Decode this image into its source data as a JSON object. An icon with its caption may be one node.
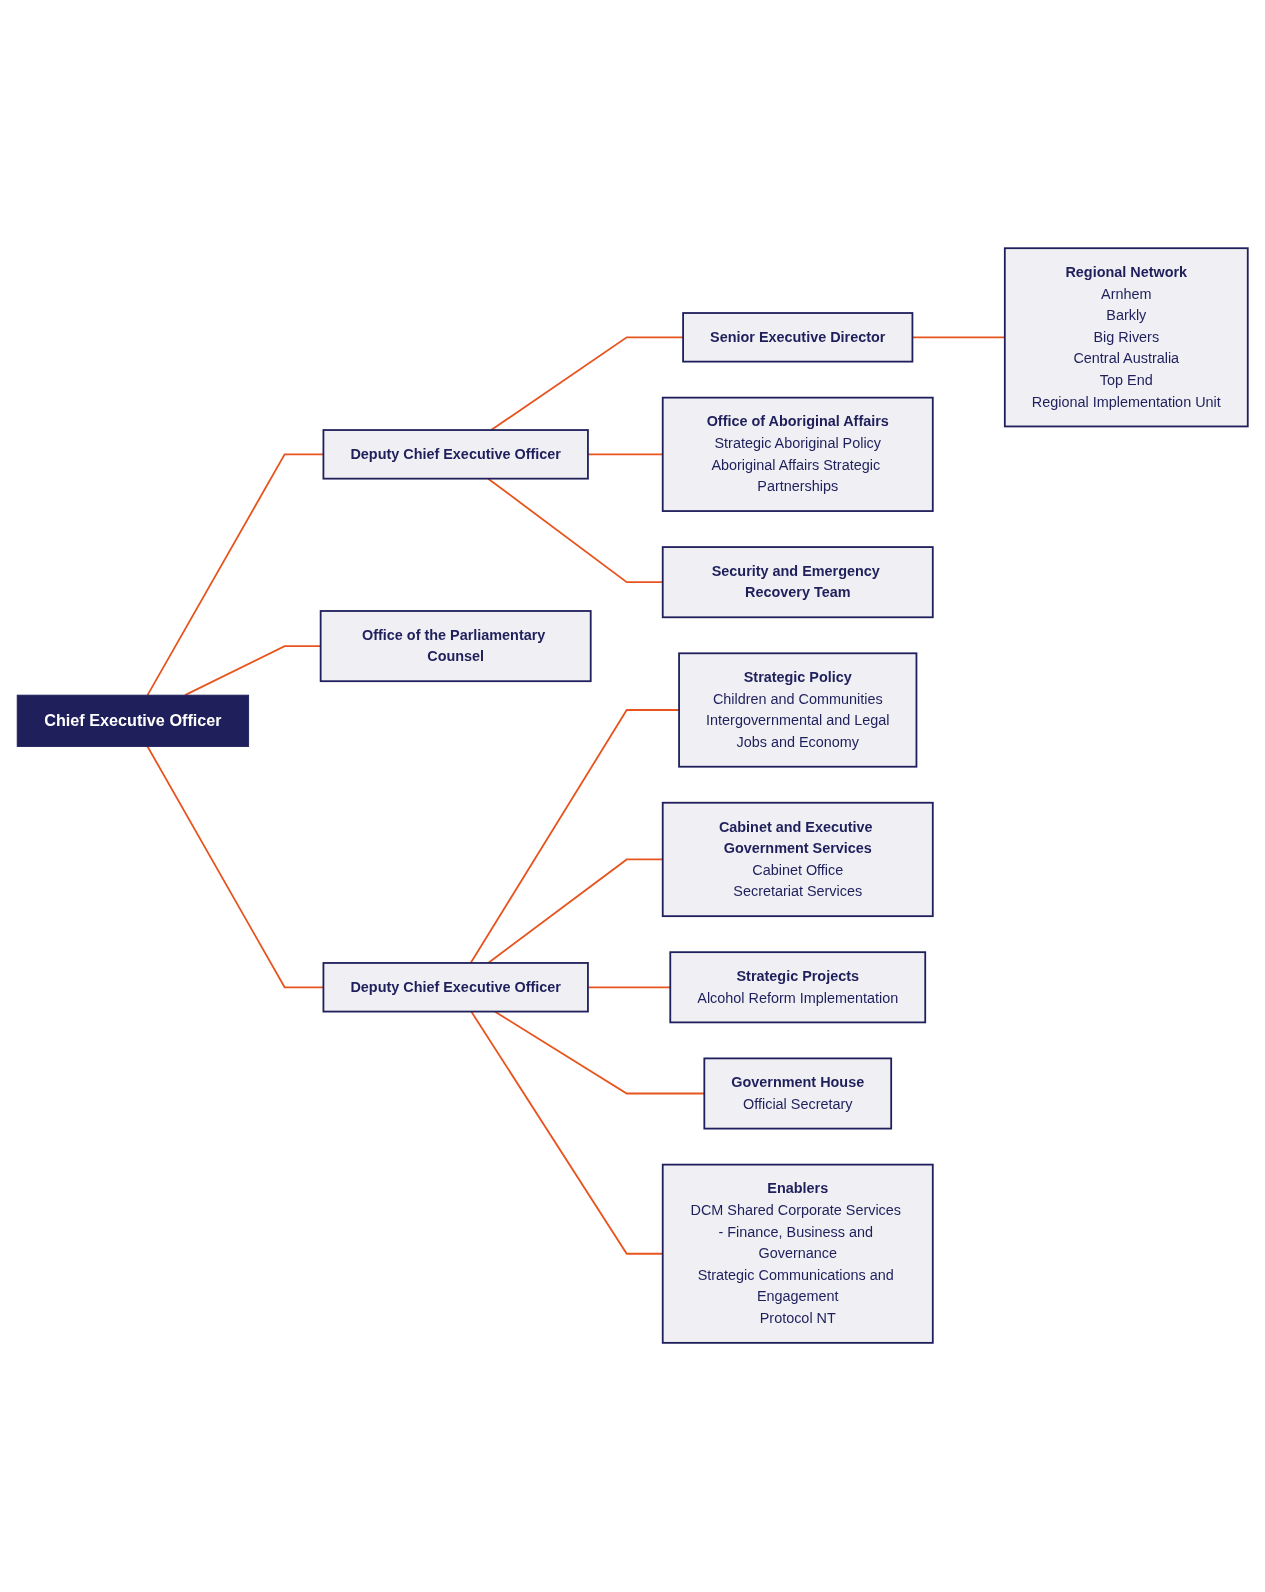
{
  "diagram": {
    "nodes": [
      {
        "text": [
          "Chief Executive Officer"
        ]
      },
      {
        "text": [
          "Office of the Parliamentary Counsel"
        ]
      },
      {
        "text": [
          "Deputy Chief Executive Officer"
        ]
      },
      {
        "text": [
          "Deputy Chief Executive Officer"
        ]
      },
      {
        "text": [
          "Senior Executive Director"
        ]
      },
      {
        "text": [
          "Regional Network",
          "Arnhem",
          "Barkly",
          "Big Rivers",
          "Central Australia",
          "Top End",
          "Regional Implementation Unit"
        ]
      },
      {
        "text": [
          "Office of Aboriginal Affairs",
          "Strategic Aboriginal Policy",
          "Aboriginal Affairs Strategic Partnerships"
        ]
      },
      {
        "text": [
          "Security and Emergency Recovery Team"
        ]
      },
      {
        "text": [
          "Strategic Policy",
          "Children and Communities",
          "Intergovernmental and Legal",
          "Jobs and Economy"
        ]
      },
      {
        "text": [
          "Cabinet and Executive Government Services",
          "Cabinet Office",
          "Secretariat Services"
        ]
      },
      {
        "text": [
          "Strategic Projects",
          "Alcohol Reform Implementation"
        ]
      },
      {
        "text": [
          "Government House",
          "Official Secretary"
        ]
      },
      {
        "text": [
          "Enablers",
          "DCM Shared Corporate Services - Finance, Business and Governance",
          "Strategic Communications and Engagement",
          "Protocol NT"
        ]
      }
    ],
    "edges": [
      {
        "from": 0,
        "to": 1,
        "arrow": "none"
      },
      {
        "from": 0,
        "to": 2,
        "arrow": "none"
      },
      {
        "from": 0,
        "to": 3,
        "arrow": "none"
      },
      {
        "from": 2,
        "to": 4,
        "arrow": "none"
      },
      {
        "from": 4,
        "to": 5,
        "arrow": "none"
      },
      {
        "from": 2,
        "to": 6,
        "arrow": "none"
      },
      {
        "from": 2,
        "to": 7,
        "arrow": "none"
      },
      {
        "from": 3,
        "to": 8,
        "arrow": "none"
      },
      {
        "from": 3,
        "to": 9,
        "arrow": "none"
      },
      {
        "from": 3,
        "to": 10,
        "arrow": "none"
      },
      {
        "from": 3,
        "to": 11,
        "arrow": "none"
      },
      {
        "from": 3,
        "to": 12,
        "arrow": "none"
      }
    ]
  }
}
